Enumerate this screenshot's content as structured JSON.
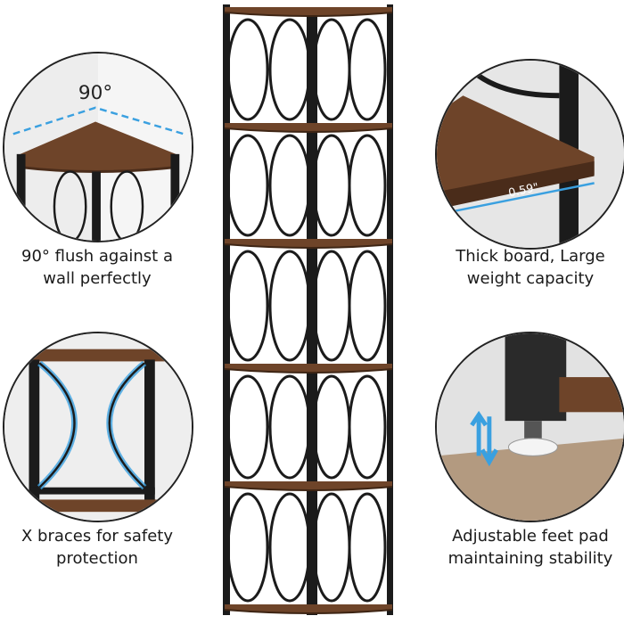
{
  "features": [
    {
      "title_line1": "90° flush against a",
      "title_line2": "wall perfectly",
      "annotation": "90°"
    },
    {
      "title_line1": "Thick board, Large",
      "title_line2": "weight capacity",
      "annotation": "0.59\""
    },
    {
      "title_line1": "X braces for safety",
      "title_line2": "protection"
    },
    {
      "title_line1": "Adjustable feet pad",
      "title_line2": "maintaining stability"
    }
  ],
  "colors": {
    "wood": "#6e4429",
    "frame": "#1b1b1b",
    "accent": "#3aa0e0"
  }
}
